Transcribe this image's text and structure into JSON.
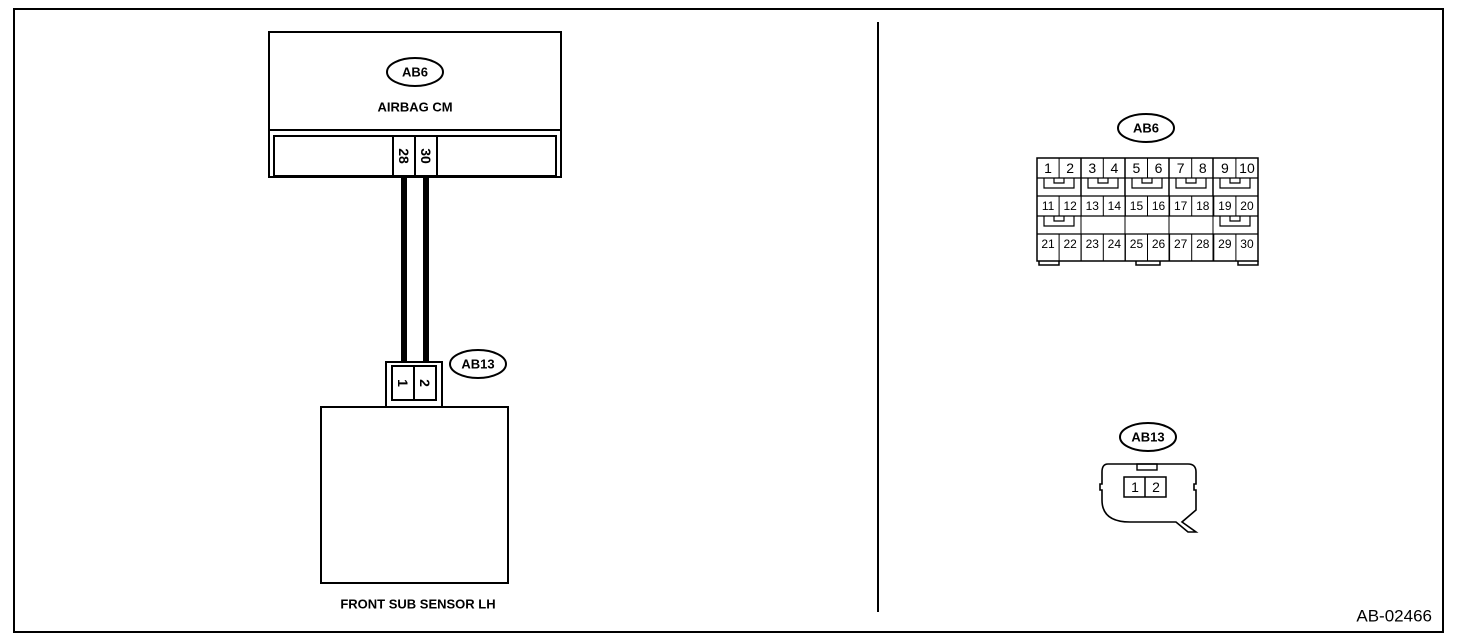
{
  "wiring": {
    "airbag_cm": {
      "connector_id": "AB6",
      "label": "AIRBAG CM",
      "pins": [
        "28",
        "30"
      ]
    },
    "sensor": {
      "connector_id": "AB13",
      "label": "FRONT SUB SENSOR LH",
      "pins": [
        "1",
        "2"
      ]
    }
  },
  "connector_views": {
    "ab6": {
      "connector_id": "AB6",
      "rows": [
        [
          "1",
          "2",
          "3",
          "4",
          "5",
          "6",
          "7",
          "8",
          "9",
          "10"
        ],
        [
          "11",
          "12",
          "13",
          "14",
          "15",
          "16",
          "17",
          "18",
          "19",
          "20"
        ],
        [
          "21",
          "22",
          "23",
          "24",
          "25",
          "26",
          "27",
          "28",
          "29",
          "30"
        ]
      ]
    },
    "ab13": {
      "connector_id": "AB13",
      "pins": [
        "1",
        "2"
      ]
    }
  },
  "figure_id": "AB-02466"
}
